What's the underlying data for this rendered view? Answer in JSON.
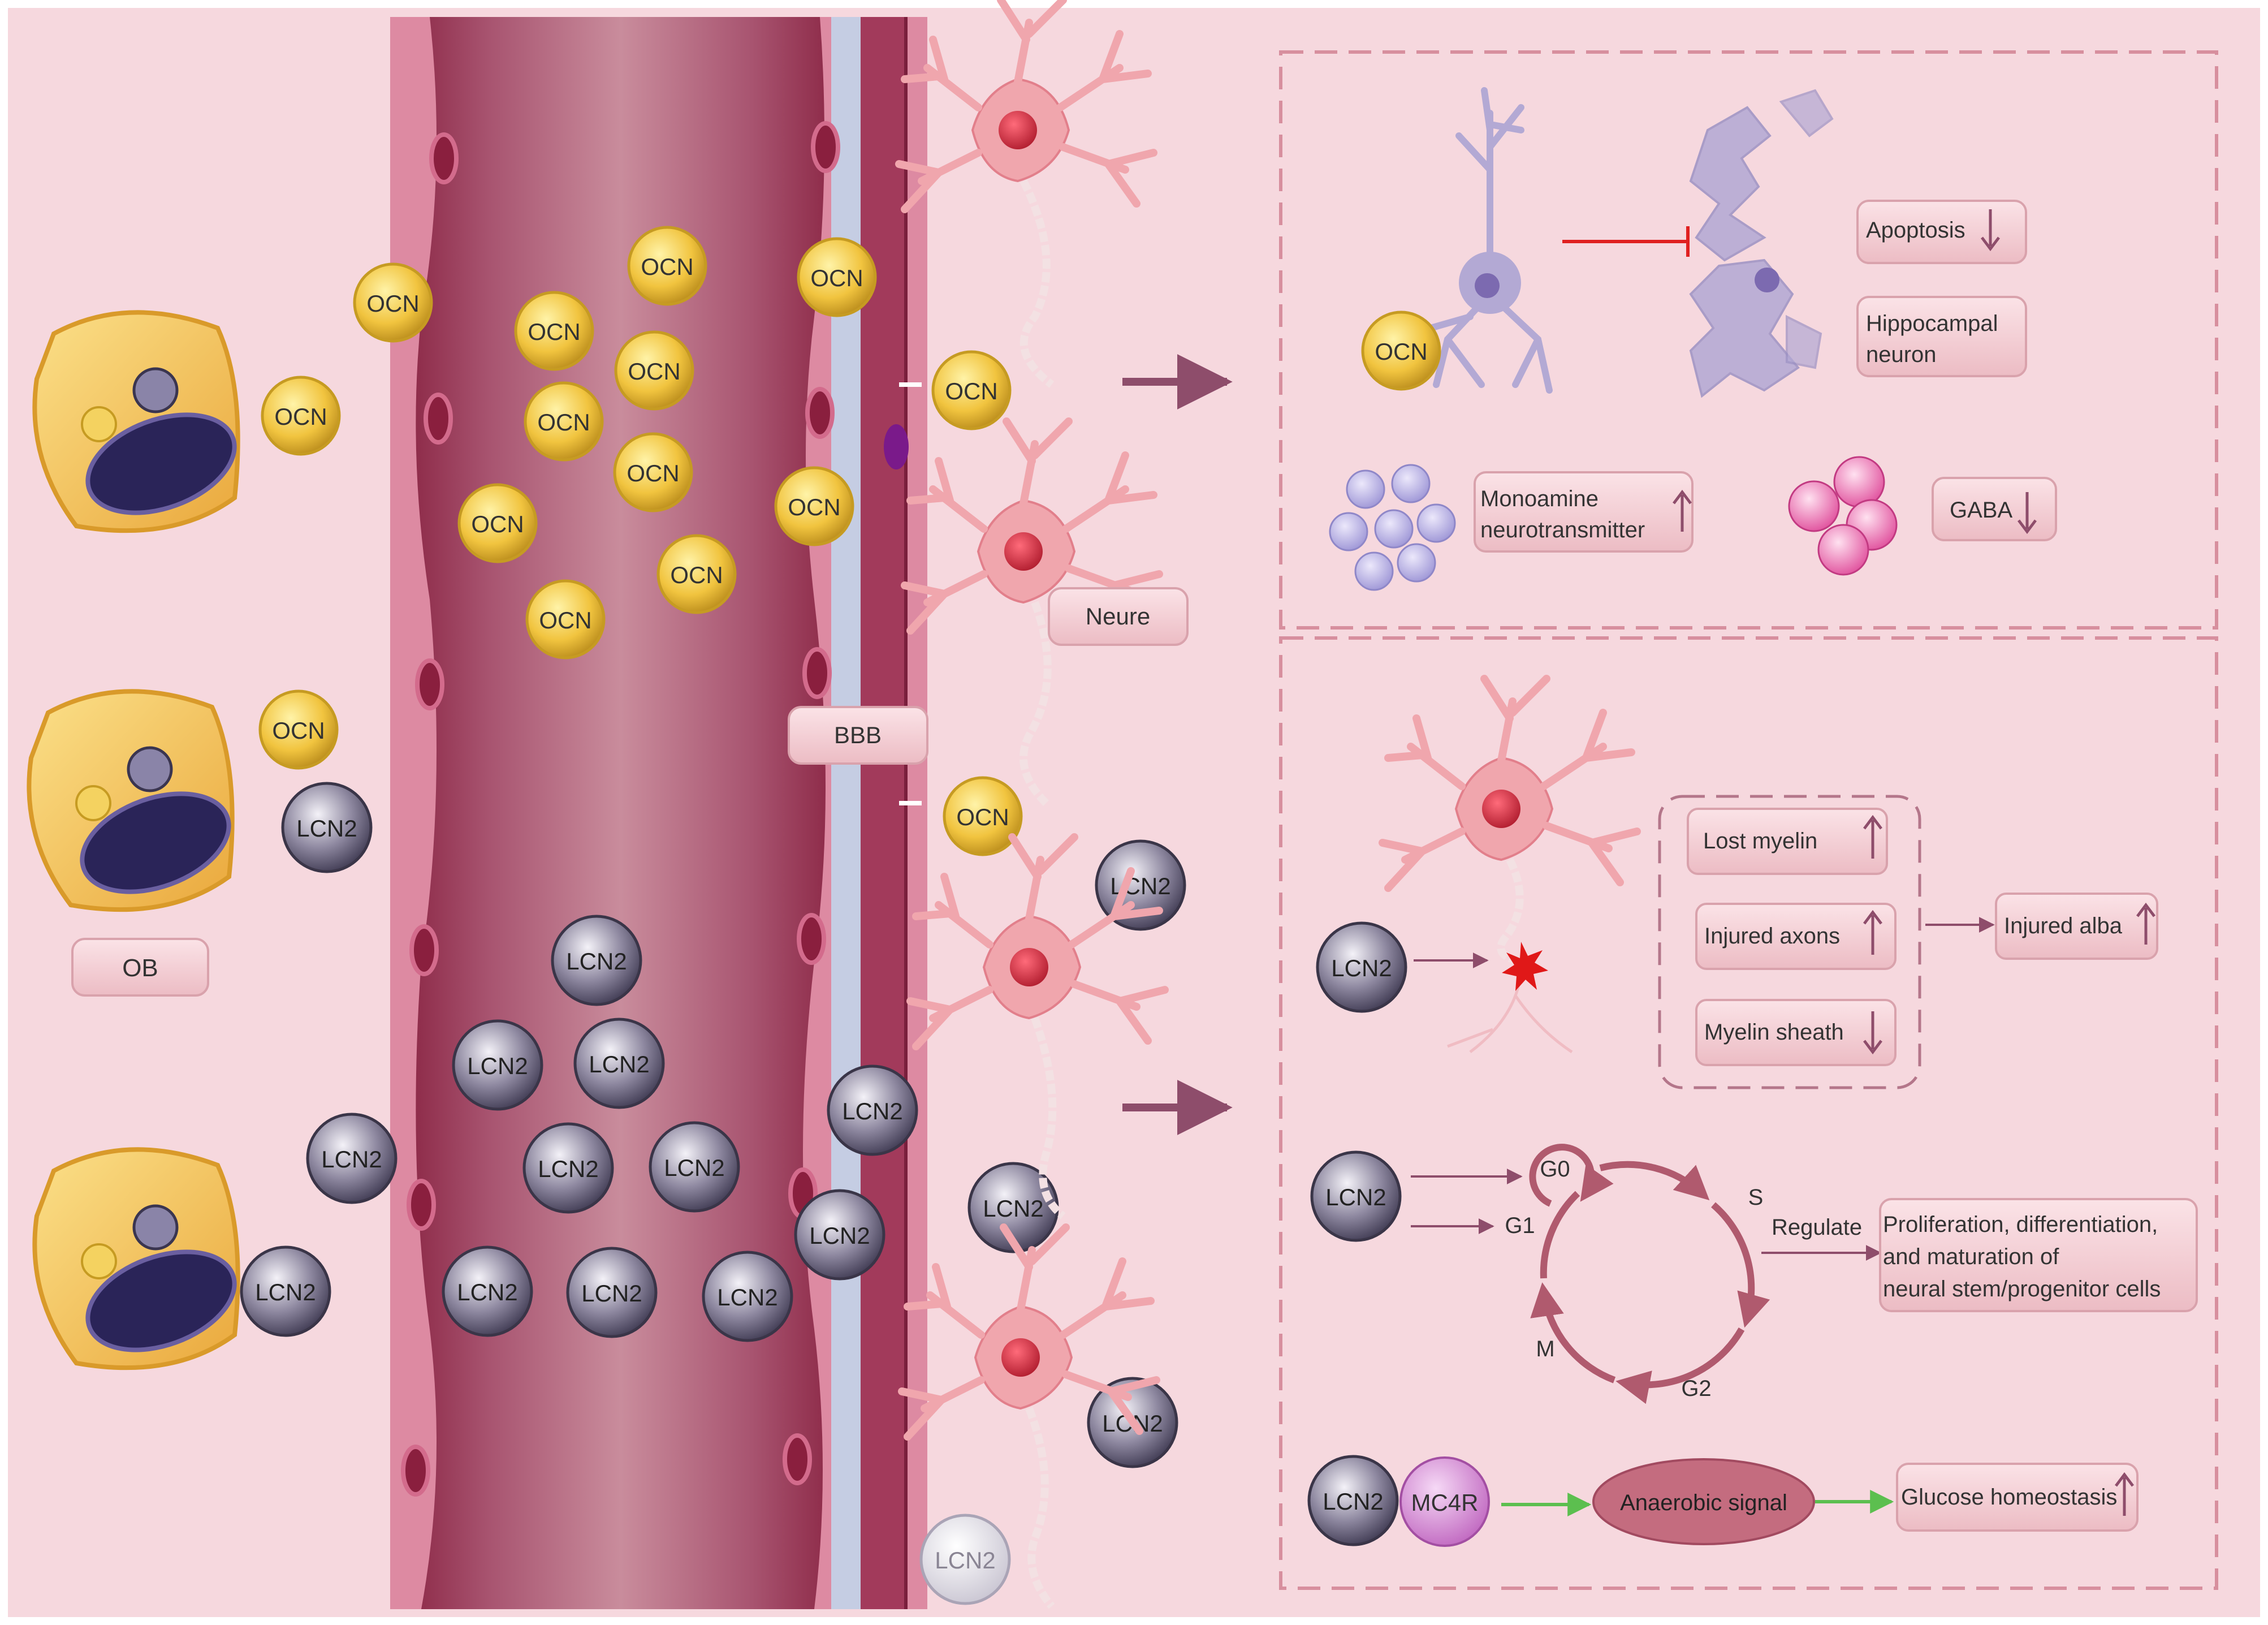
{
  "colors": {
    "background": "#f6d8de",
    "vessel_wall": "#d97a97",
    "vessel_lumen_dark": "#8f2d4b",
    "vessel_lumen_light": "#c98c9c",
    "bbb_blue": "#c5cde3",
    "ocn_gold": "#f1c43f",
    "lcn2_grey": "#7e7790",
    "ob_gold": "#f2c35a",
    "ob_nucleus": "#2a2458",
    "neuron_pink": "#f0a6ad",
    "neuron_nucleus": "#c2263a",
    "hippocampal_purple": "#b3a9d4",
    "inhibit_red": "#e02020",
    "arrow_mauve": "#8e4d6b",
    "green_arrow": "#5cbf4f",
    "label_box": "#f4c7cd",
    "mc4r": "#c67ac6",
    "anaerobic_ellipse": "#c46c7f"
  },
  "labels": {
    "ob": "OB",
    "bbb": "BBB",
    "neure": "Neure",
    "ocn": "OCN",
    "lcn2": "LCN2"
  },
  "top_panel": {
    "apoptosis": "Apoptosis",
    "hippocampal_neuron_line1": "Hippocampal",
    "hippocampal_neuron_line2": "neuron",
    "monoamine_line1": "Monoamine",
    "monoamine_line2": "neurotransmitter",
    "gaba": "GABA",
    "ocn_label": "OCN"
  },
  "bottom_panel": {
    "lost_myelin": "Lost myelin",
    "injured_axons": "Injured axons",
    "myelin_sheath": "Myelin sheath",
    "injured_alba": "Injured alba",
    "cycle_g0": "G0",
    "cycle_g1": "G1",
    "cycle_s": "S",
    "cycle_g2": "G2",
    "cycle_m": "M",
    "regulate": "Regulate",
    "proliferation_line1": "Proliferation, differentiation,",
    "proliferation_line2": "and maturation of",
    "proliferation_line3": "neural stem/progenitor cells",
    "mc4r": "MC4R",
    "anaerobic_signal": "Anaerobic signal",
    "glucose_homeostasis": "Glucose homeostasis",
    "lcn2_label": "LCN2"
  }
}
